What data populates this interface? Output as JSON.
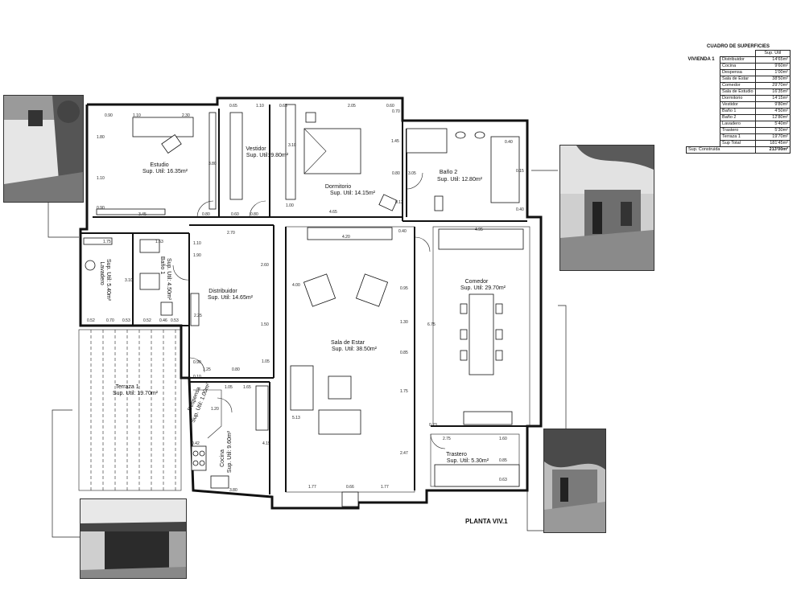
{
  "plan_title": "PLANTA VIV.1",
  "table": {
    "title": "CUADRO DE SUPERFICIES",
    "column_header": "Sup. Util",
    "unit_label": "VIVIENDA 1",
    "rows": [
      {
        "name": "Distribuidor",
        "value": "14'65m²"
      },
      {
        "name": "Cocina",
        "value": "9'60m²"
      },
      {
        "name": "Despensa",
        "value": "1'00m²"
      },
      {
        "name": "Sala de Estar",
        "value": "38'50m²"
      },
      {
        "name": "Comedor",
        "value": "29'70m²"
      },
      {
        "name": "Sala de Estudio",
        "value": "16'35m²"
      },
      {
        "name": "Dormitorio",
        "value": "14'15m²"
      },
      {
        "name": "Vestidor",
        "value": "9'80m²"
      },
      {
        "name": "Baño 1",
        "value": "4'50m²"
      },
      {
        "name": "Baño 2",
        "value": "12'80m²"
      },
      {
        "name": "Lavadero",
        "value": "5'40m²"
      },
      {
        "name": "Trastero",
        "value": "5'30m²"
      },
      {
        "name": "Terraza 1",
        "value": "19'70m²"
      },
      {
        "name": "Sup Total",
        "value": "181'45m²"
      }
    ],
    "built_label": "Sup. Construida",
    "built_value": "213'00m²"
  },
  "rooms": {
    "estudio": {
      "name": "Estudio",
      "area": "Sup. Util: 16.35m²"
    },
    "vestidor": {
      "name": "Vestidor",
      "area": "Sup. Util: 9.80m²"
    },
    "dormitorio": {
      "name": "Dormitorio",
      "area": "Sup. Util: 14.15m²"
    },
    "bano2": {
      "name": "Baño 2",
      "area": "Sup. Util: 12.80m²"
    },
    "lavadero": {
      "name": "Lavadero",
      "area": "Sup. Util: 5.40m²"
    },
    "bano1": {
      "name": "Baño 1",
      "area": "Sup. Util: 4.50m²"
    },
    "distribuidor": {
      "name": "Distribuidor",
      "area": "Sup. Util: 14.65m²"
    },
    "sala": {
      "name": "Sala de Estar",
      "area": "Sup. Util: 38.50m²"
    },
    "comedor": {
      "name": "Comedor",
      "area": "Sup. Util: 29.70m²"
    },
    "terraza": {
      "name": "Terraza 1",
      "area": "Sup. Util: 19.70m²"
    },
    "despensa": {
      "name": "Despensa",
      "area": "Sup. Util: 1.00m²"
    },
    "cocina": {
      "name": "Cocina",
      "area": "Sup. Util: 9.60m²"
    },
    "trastero": {
      "name": "Trastero",
      "area": "Sup. Util: 5.30m²"
    }
  },
  "dims": {
    "d090a": "0.90",
    "d110a": "1.10",
    "d230": "2.30",
    "d180": "1.80",
    "d110b": "1.10",
    "d090b": "0.90",
    "d345": "3.45",
    "d380": "3.80",
    "d080a": "0.80",
    "d060": "0.60",
    "d080b": "0.80",
    "d065a": "0.65",
    "d110c": "1.10",
    "d065b": "0.65",
    "d205": "2.05",
    "d060b": "0.60",
    "d310": "3.10",
    "d100a": "1.00",
    "d465": "4.65",
    "d013": "0.13",
    "d070": "0.70",
    "d145": "1.45",
    "d080c": "0.80",
    "d305": "3.05",
    "d040a": "0.40",
    "d015": "0.15",
    "d040b": "0.40",
    "d270": "2.70",
    "d175": "1.75",
    "d310b": "3.10",
    "d163": "1.63",
    "d110d": "1.10",
    "d190": "1.90",
    "d260": "2.60",
    "d225": "2.25",
    "d150": "1.50",
    "d052a": "0.52",
    "d070b": "0.70",
    "d053a": "0.53",
    "d052b": "0.52",
    "d046": "0.46",
    "d053b": "0.53",
    "d420": "4.20",
    "d040c": "0.40",
    "d400": "4.00",
    "d095a": "0.95",
    "d130": "1.30",
    "d085": "0.85",
    "d175b": "1.75",
    "d247": "2.47",
    "d513": "5.13",
    "d177a": "1.77",
    "d066": "0.66",
    "d177b": "1.77",
    "d495": "4.95",
    "d675": "6.75",
    "d023": "0.23",
    "d275": "2.75",
    "d160": "1.60",
    "d085b": "0.85",
    "d063": "0.63",
    "d125": "1.25",
    "d080d": "0.80",
    "d105": "1.05",
    "d090c": "0.90",
    "d010": "0.10",
    "d165": "1.65",
    "d120": "1.20",
    "d042": "0.42",
    "d415": "4.15",
    "d380b": "3.80",
    "d105b": "1.05"
  }
}
